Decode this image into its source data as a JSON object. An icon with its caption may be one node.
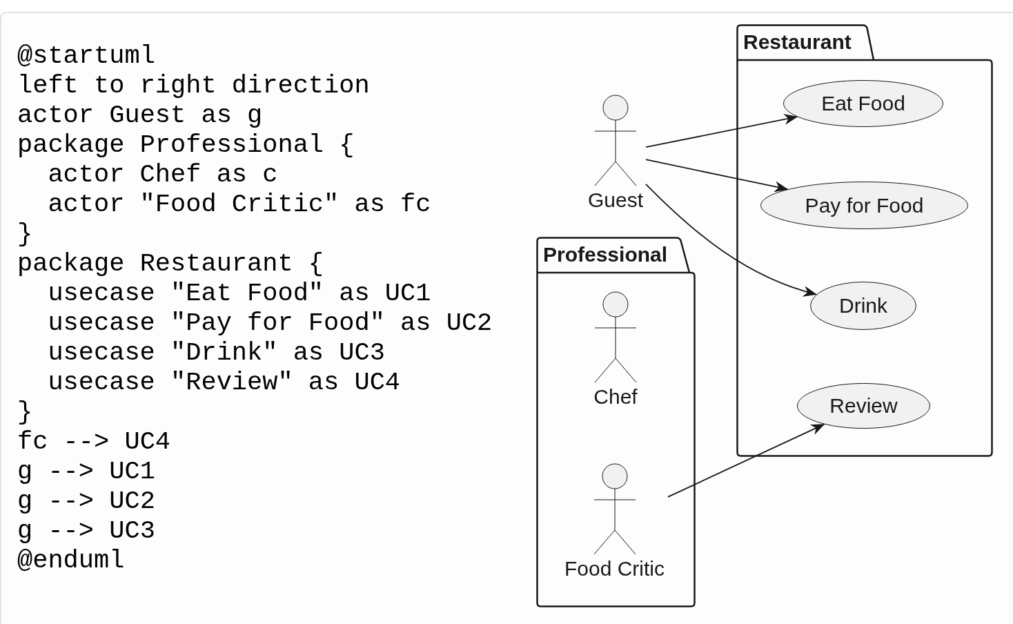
{
  "diagram": {
    "nodes": [
      {
        "text": [
          "Restaurant"
        ]
      },
      {
        "text": [
          "Eat Food"
        ],
        "in": 0
      },
      {
        "text": [
          "Pay for Food"
        ],
        "in": 0
      },
      {
        "text": [
          "Drink"
        ],
        "in": 0
      },
      {
        "text": [
          "Review"
        ],
        "in": 0
      },
      {
        "text": [
          "Guest"
        ]
      },
      {
        "text": [
          "Professional"
        ]
      },
      {
        "text": [
          "Chef"
        ],
        "in": 6
      },
      {
        "text": [
          "Food Critic"
        ],
        "in": 6
      }
    ],
    "edges": [
      {
        "from": 8,
        "to": 4,
        "arrow": "to"
      },
      {
        "from": 5,
        "to": 1,
        "arrow": "to"
      },
      {
        "from": 5,
        "to": 2,
        "arrow": "to"
      },
      {
        "from": 5,
        "to": 3,
        "arrow": "to"
      }
    ],
    "labels": [
      "@startuml",
      "left to right direction",
      "actor Guest as g",
      "package Professional {",
      "actor Chef as c",
      "actor \"Food Critic\" as fc",
      "}",
      "package Restaurant {",
      "usecase \"Eat Food\" as UC1",
      "usecase \"Pay for Food\" as UC2",
      "usecase \"Drink\" as UC3",
      "usecase \"Review\" as UC4",
      "}",
      "fc --> UC4",
      "g --> UC1",
      "g --> UC2",
      "g --> UC3",
      "@enduml"
    ]
  }
}
